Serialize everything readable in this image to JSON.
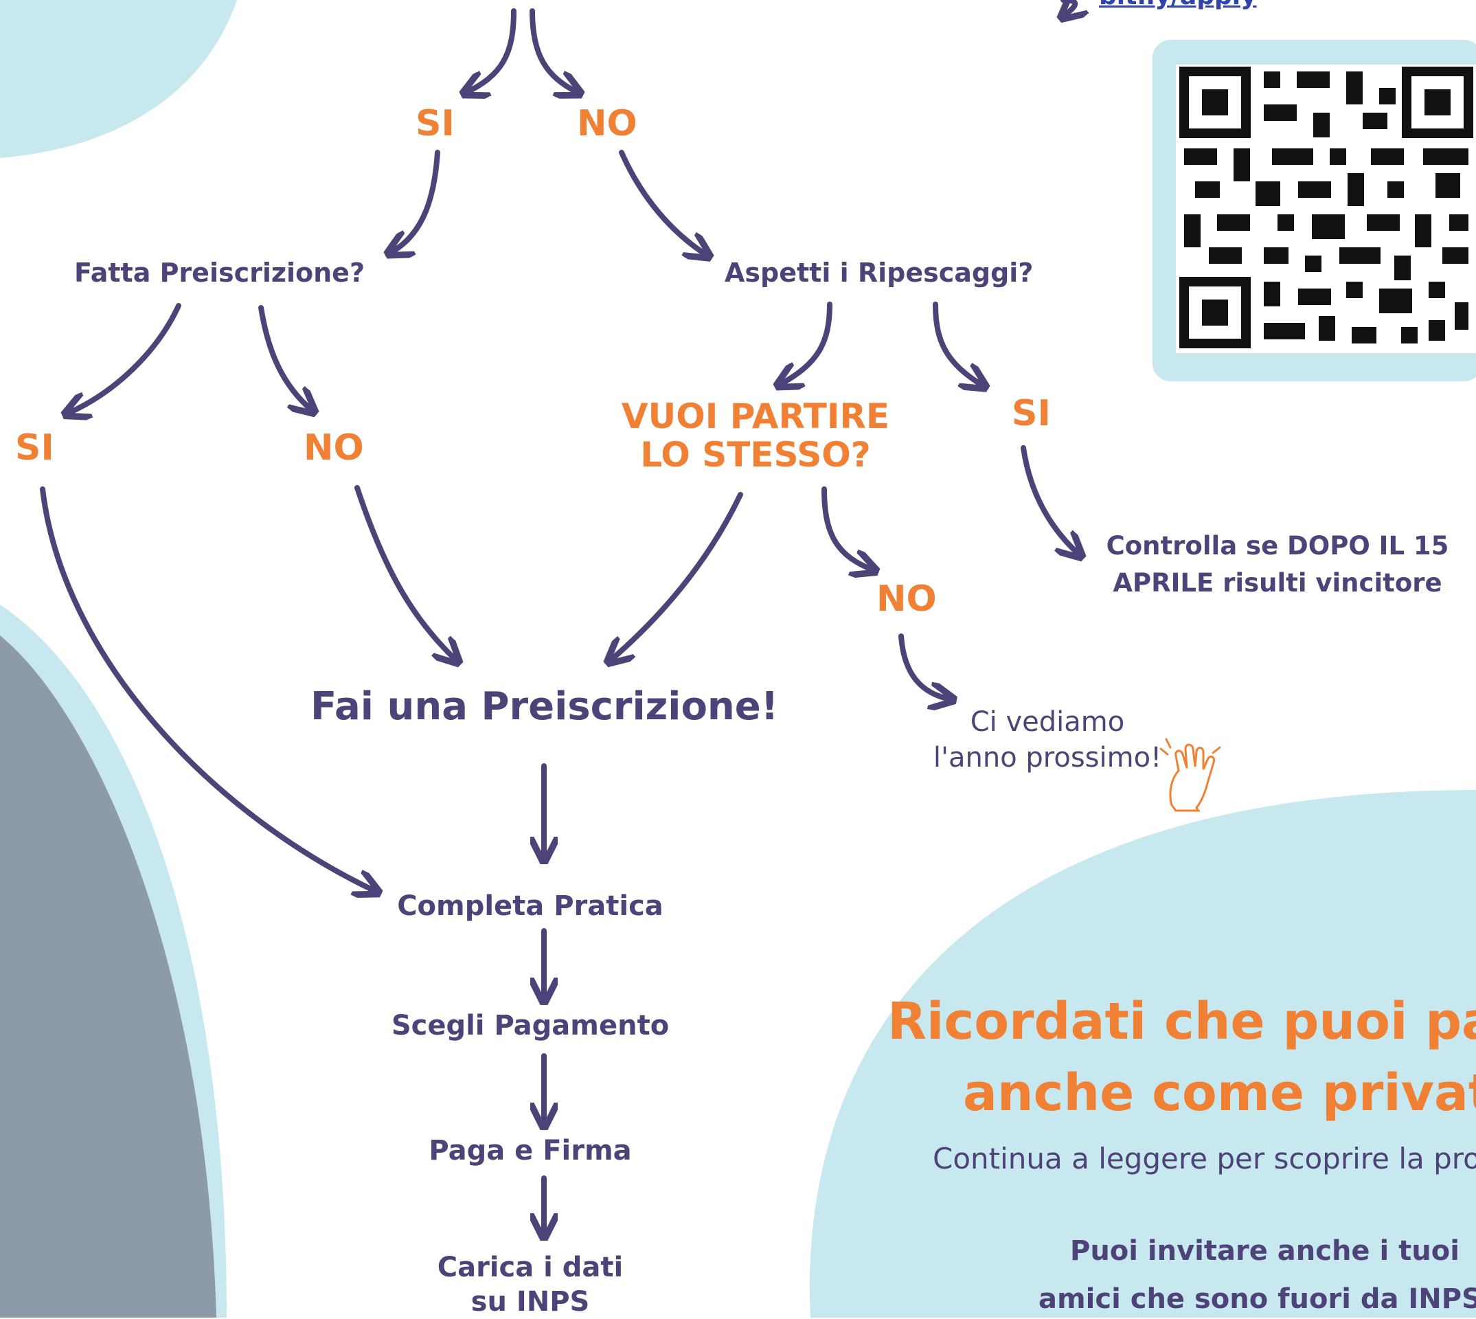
{
  "header": {
    "link_text": "bit.ly/apply"
  },
  "flow": {
    "branch1_yes": "SI",
    "branch1_no": "NO",
    "q_preiscrizione": "Fatta Preiscrizione?",
    "q_ripescaggi": "Aspetti i Ripescaggi?",
    "pre_yes": "SI",
    "pre_no": "NO",
    "q_partire_l1": "VUOI PARTIRE",
    "q_partire_l2": "LO STESSO?",
    "rip_yes": "SI",
    "partire_no": "NO",
    "controlla_l1": "Controlla se DOPO IL 15",
    "controlla_l2": "APRILE risulti vincitore",
    "fai_preiscrizione": "Fai una Preiscrizione!",
    "ci_vediamo_l1": "Ci vediamo",
    "ci_vediamo_l2": "l'anno prossimo!",
    "step_completa": "Completa Pratica",
    "step_scegli": "Scegli Pagamento",
    "step_paga": "Paga e Firma",
    "step_carica_l1": "Carica i dati",
    "step_carica_l2": "su INPS"
  },
  "promo": {
    "headline_l1": "Ricordati che puoi pa",
    "headline_l2": "anche come privat",
    "subtitle": "Continua a leggere per scoprire la pro",
    "invite_l1": "Puoi invitare anche i tuoi",
    "invite_l2": "amici che sono fuori da INPS"
  },
  "colors": {
    "purple": "#4e4379",
    "orange": "#ef8034",
    "light_blue": "#c8e8f0",
    "link_blue": "#2f43a8"
  },
  "icons": [
    "qr-code-icon",
    "waving-hand-icon",
    "arrow-icon"
  ]
}
